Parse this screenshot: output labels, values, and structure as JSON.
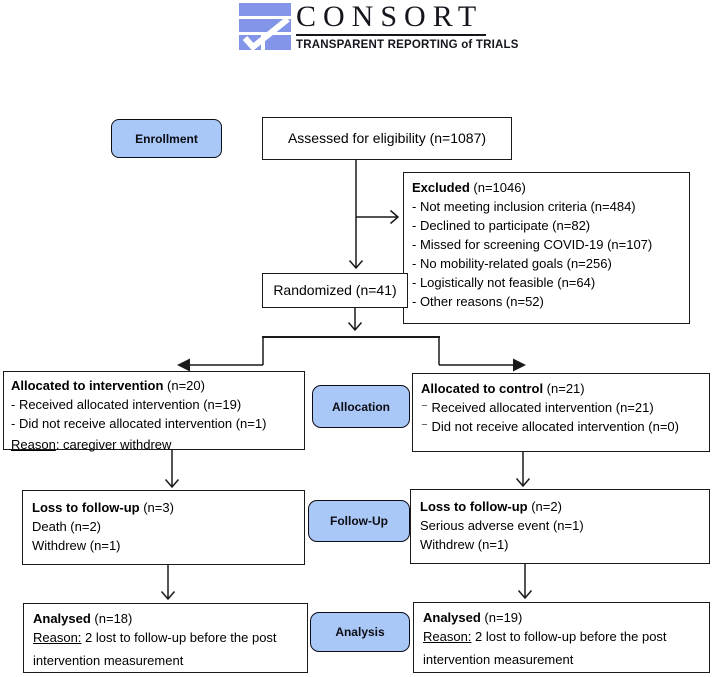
{
  "colors": {
    "line": "#1a1a1a",
    "box_border": "#1a1a1a",
    "stage_fill": "#a9c8f7",
    "logo_blue": "#8295e8"
  },
  "logo": {
    "title": "CONSORT",
    "subtitle": "TRANSPARENT REPORTING of TRIALS",
    "icon": "consort-checkmark-icon"
  },
  "stages": {
    "enrollment": "Enrollment",
    "allocation": "Allocation",
    "follow_up": "Follow-Up",
    "analysis": "Analysis"
  },
  "boxes": {
    "assessed": {
      "text": "Assessed for eligibility (n=1087)"
    },
    "excluded": {
      "title": "Excluded",
      "n": " (n=1046)",
      "items": [
        "- Not meeting inclusion criteria (n=484)",
        "- Declined to participate (n=82)",
        "- Missed for screening COVID-19 (n=107)",
        "- No mobility-related goals (n=256)",
        "- Logistically not feasible (n=64)",
        "- Other reasons (n=52)"
      ]
    },
    "randomized": {
      "text": "Randomized (n=41)"
    },
    "allocated_intervention": {
      "title": "Allocated to intervention",
      "n": " (n=20)",
      "items": [
        "- Received allocated intervention (n=19)",
        "- Did not receive allocated intervention (n=1)"
      ],
      "reason_label": "Reason",
      "reason_text": ": caregiver withdrew"
    },
    "allocated_control": {
      "title": "Allocated to control",
      "n": " (n=21)",
      "items": [
        "⁻ Received allocated intervention (n=21)",
        "⁻ Did not receive allocated intervention (n=0)"
      ]
    },
    "loss_intervention": {
      "title": "Loss to follow-up",
      "n": " (n=3)",
      "items": [
        "Death (n=2)",
        "Withdrew (n=1)"
      ]
    },
    "loss_control": {
      "title": "Loss to follow-up",
      "n": " (n=2)",
      "items": [
        "Serious adverse event (n=1)",
        "Withdrew (n=1)"
      ]
    },
    "analysed_intervention": {
      "title": "Analysed",
      "n": " (n=18)",
      "reason_label": "Reason:",
      "reason_text": " 2 lost to follow-up before the post",
      "reason_line2": "intervention measurement"
    },
    "analysed_control": {
      "title": "Analysed",
      "n": " (n=19)",
      "reason_label": "Reason:",
      "reason_text": " 2 lost to follow-up before the post",
      "reason_line2": "intervention measurement"
    }
  }
}
